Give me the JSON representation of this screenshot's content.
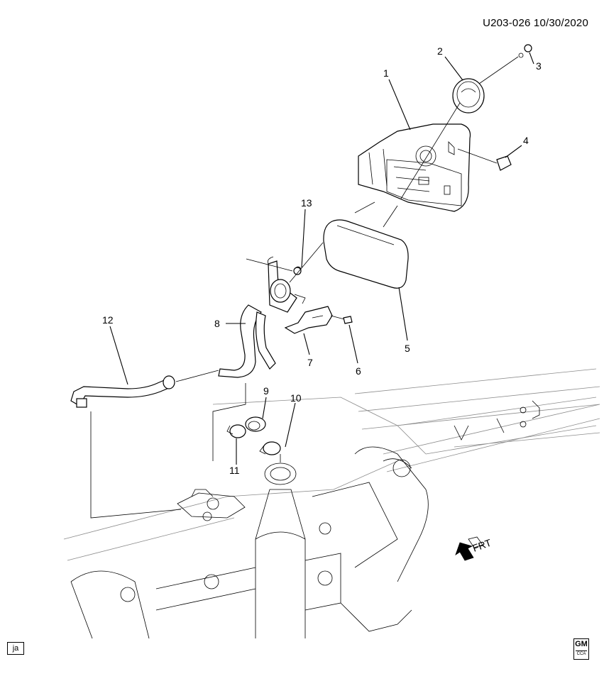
{
  "document": {
    "id": "U203-026  10/30/2020"
  },
  "callouts": [
    {
      "num": "1"
    },
    {
      "num": "2"
    },
    {
      "num": "3"
    },
    {
      "num": "4"
    },
    {
      "num": "5"
    },
    {
      "num": "6"
    },
    {
      "num": "7"
    },
    {
      "num": "8"
    },
    {
      "num": "9"
    },
    {
      "num": "10"
    },
    {
      "num": "11"
    },
    {
      "num": "12"
    },
    {
      "num": "13"
    }
  ],
  "direction": {
    "label": "FRT"
  },
  "corner_tag": {
    "label": "ja"
  },
  "logo": {
    "label": "GM",
    "sub": "CCA"
  }
}
